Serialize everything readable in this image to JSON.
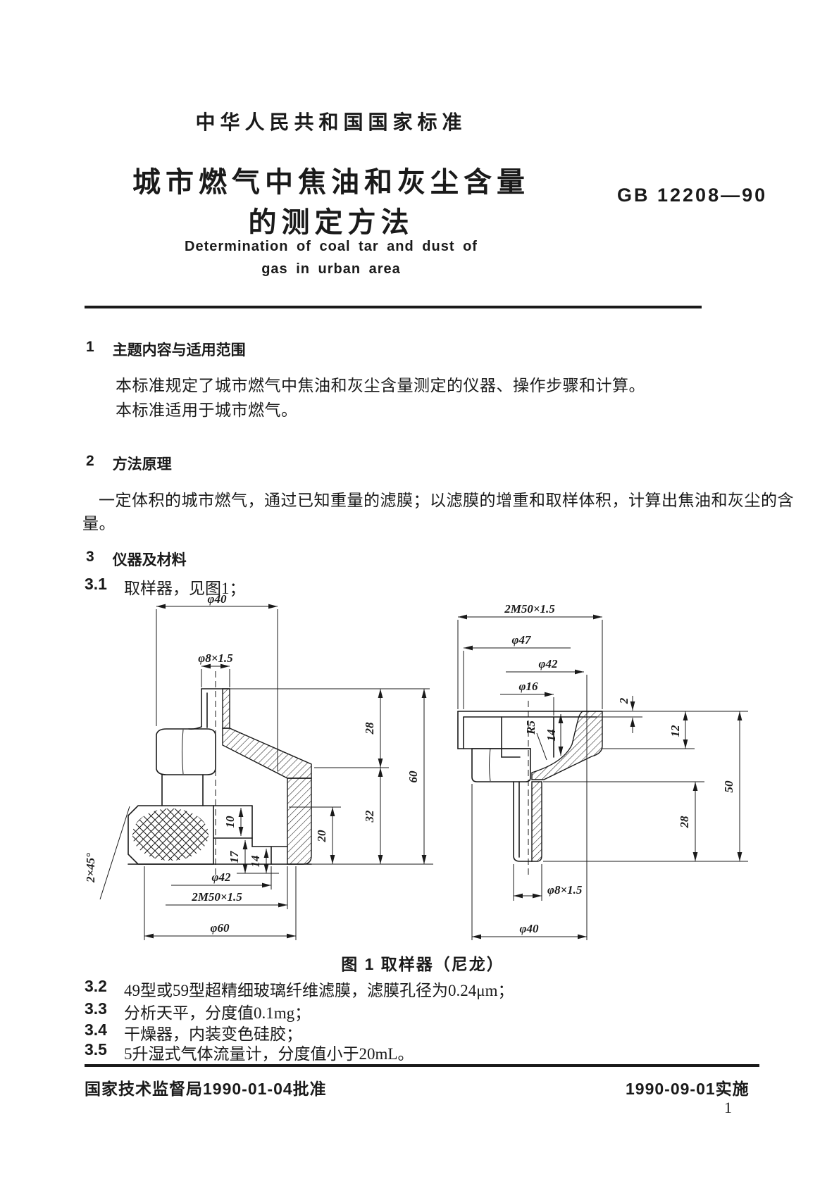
{
  "header": {
    "standard_type": "中华人民共和国国家标准",
    "title_line1": "城市燃气中焦油和灰尘含量",
    "title_line2": "的测定方法",
    "standard_no": "GB 12208—90",
    "en_title_line1": "Determination of coal tar and dust of",
    "en_title_line2": "gas in urban area"
  },
  "body": {
    "s1_no": "1",
    "s1_heading": "主题内容与适用范围",
    "s1_p1": "本标准规定了城市燃气中焦油和灰尘含量测定的仪器、操作步骤和计算。",
    "s1_p2": "本标准适用于城市燃气。",
    "s2_no": "2",
    "s2_heading": "方法原理",
    "s2_p1": "一定体积的城市燃气，通过已知重量的滤膜；以滤膜的增重和取样体积，计算出焦油和灰尘的含",
    "s2_p1_cont": "量。",
    "s3_no": "3",
    "s3_heading": "仪器及材料",
    "items": [
      {
        "no": "3.1",
        "text": "取样器，见图1；"
      },
      {
        "no": "3.2",
        "text": "49型或59型超精细玻璃纤维滤膜，滤膜孔径为0.24μm；"
      },
      {
        "no": "3.3",
        "text": "分析天平，分度值0.1mg；"
      },
      {
        "no": "3.4",
        "text": "干燥器，内装变色硅胶；"
      },
      {
        "no": "3.5",
        "text": "5升湿式气体流量计，分度值小于20mL。"
      }
    ]
  },
  "figure": {
    "caption": "图 1 取样器（尼龙）",
    "left_view": {
      "dia40": "φ40",
      "dia8": "φ8×1.5",
      "dim28": "28",
      "dim32": "32",
      "dim60": "60",
      "dim20": "20",
      "dim10": "10",
      "dim17": "17",
      "dim14": "14",
      "dia42": "φ42",
      "thread": "2M50×1.5",
      "dia60": "φ60",
      "chamfer": "2×45°"
    },
    "right_view": {
      "thread": "2M50×1.5",
      "dia47": "φ47",
      "dia42": "φ42",
      "dia16": "φ16",
      "dim2": "2",
      "dim12": "12",
      "r5": "R5",
      "dim14": "14",
      "dim28": "28",
      "dim50": "50",
      "dia8": "φ8×1.5",
      "dia40": "φ40"
    }
  },
  "footer": {
    "approved": "国家技术监督局1990-01-04批准",
    "implemented": "1990-09-01实施",
    "page_number": "1"
  },
  "colors": {
    "ink": "#1a1a1a",
    "paper": "#ffffff"
  }
}
